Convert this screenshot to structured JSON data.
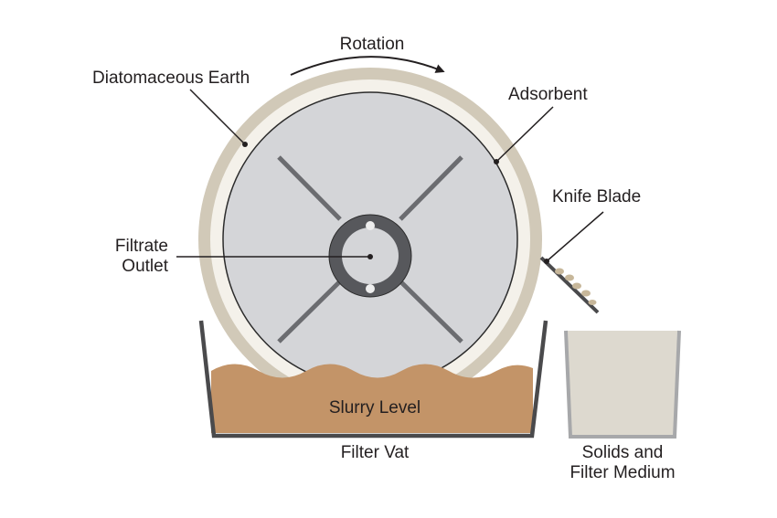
{
  "labels": {
    "rotation": "Rotation",
    "diatomaceous_earth": "Diatomaceous Earth",
    "adsorbent": "Adsorbent",
    "knife_blade": "Knife Blade",
    "filtrate_outlet_line1": "Filtrate",
    "filtrate_outlet_line2": "Outlet",
    "slurry_level": "Slurry Level",
    "filter_vat": "Filter Vat",
    "solids_line1": "Solids and",
    "solids_line2": "Filter Medium"
  },
  "colors": {
    "drum_fill": "#d4d5d8",
    "drum_outline": "#2b2b2b",
    "spoke": "#6b6c70",
    "hub_outer": "#57585c",
    "hub_inner": "#d4d5d8",
    "coating_outer": "#d1c9b8",
    "coating_inner": "#f4f1ea",
    "slurry": "#c39468",
    "vat_wall": "#4a4a4c",
    "bin_fill": "#ddd9cf",
    "bin_wall": "#a7a8aa",
    "text": "#231f20",
    "leader": "#231f20"
  }
}
